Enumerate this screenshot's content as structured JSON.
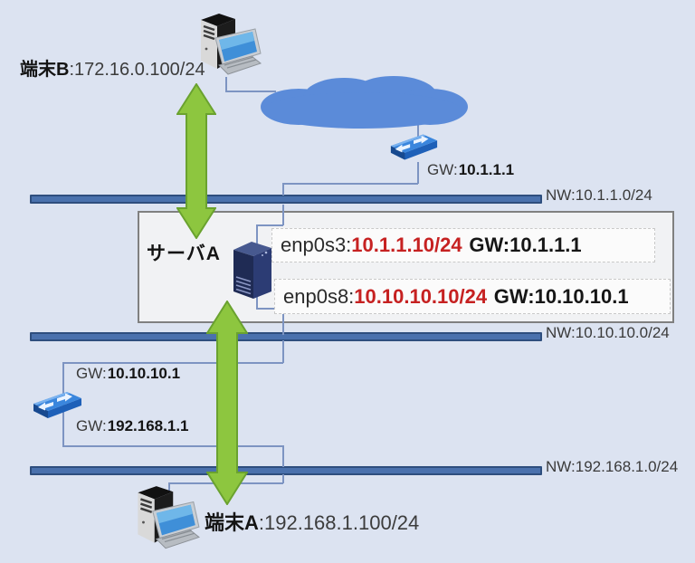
{
  "terminal_b": {
    "name": "端末B",
    "address": ":172.16.0.100/24"
  },
  "terminal_a": {
    "name": "端末A",
    "address": ":192.168.1.100/24"
  },
  "server": {
    "name": "サーバA",
    "interfaces": [
      {
        "dev": "enp0s3:",
        "ip": "10.1.1.10/24",
        "gw": "GW:10.1.1.1"
      },
      {
        "dev": "enp0s8:",
        "ip": "10.10.10.10/24",
        "gw": "GW:10.10.10.1"
      }
    ]
  },
  "networks": [
    {
      "label": "NW:10.1.1.0/24"
    },
    {
      "label": "NW:10.10.10.0/24"
    },
    {
      "label": "NW:192.168.1.0/24"
    }
  ],
  "gateways": {
    "internet": {
      "prefix": "GW:",
      "ip": "10.1.1.1"
    },
    "upper": {
      "prefix": "GW:",
      "ip": "10.10.10.1"
    },
    "lower": {
      "prefix": "GW:",
      "ip": "192.168.1.1"
    }
  },
  "icons": {
    "terminal_b": "desktop-computer",
    "terminal_a": "desktop-computer",
    "server": "server-tower",
    "switch_internet": "network-switch",
    "switch_lan": "network-switch",
    "cloud": "internet-cloud",
    "flow_upper": "double-headed-arrow",
    "flow_lower": "double-headed-arrow"
  },
  "colors": {
    "background": "#dce3f1",
    "bar_fill": "#4a71ad",
    "bar_border": "#2e4e7e",
    "arrow_fill": "#8dc63f",
    "arrow_stroke": "#6aa22f",
    "ip_highlight": "#c62121",
    "cloud": "#5b8bd9",
    "connector": "#7d94c2"
  }
}
